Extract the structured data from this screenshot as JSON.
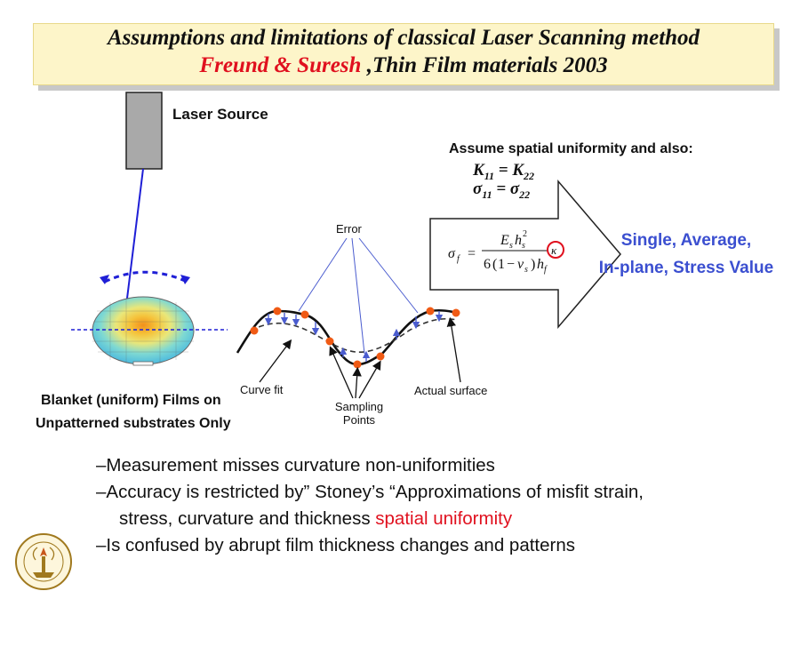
{
  "title": {
    "line1": "Assumptions and limitations of classical Laser Scanning method",
    "line2_red": "Freund & Suresh",
    "line2_rest": " ,Thin Film materials 2003"
  },
  "diagram": {
    "laser_source_label": "Laser Source",
    "error_label": "Error",
    "curve_fit_label": "Curve fit",
    "sampling_points_label_1": "Sampling",
    "sampling_points_label_2": "Points",
    "actual_surface_label": "Actual surface",
    "blanket_line1": "Blanket (uniform) Films on",
    "blanket_line2": "Unpatterned substrates Only",
    "assume_heading": "Assume spatial uniformity and also:",
    "eq1_a": "K",
    "eq1_a_sub": "11",
    "eq1_eq": " = ",
    "eq1_b": "K",
    "eq1_b_sub": "22",
    "eq2_a": "σ",
    "eq2_a_sub": "11",
    "eq2_eq": " = ",
    "eq2_b": "σ",
    "eq2_b_sub": "22",
    "result_line1": "Single, Average,",
    "result_line2": "In-plane, Stress Value",
    "colors": {
      "laser_beam": "#1f1fd6",
      "sample_point": "#f05a14",
      "result_text": "#3b4fd0",
      "highlight": "#e0101e"
    }
  },
  "bullets": {
    "b1": "–Measurement misses curvature non-uniformities",
    "b2_line1": "–Accuracy is restricted by” Stoney’s “Approximations of misfit strain,",
    "b2_line2_black": "stress, curvature and thickness ",
    "b2_line2_red": "spatial uniformity",
    "b3": "–Is confused by abrupt film thickness changes and patterns"
  },
  "logo": {
    "icon": "caltech-seal-icon"
  }
}
